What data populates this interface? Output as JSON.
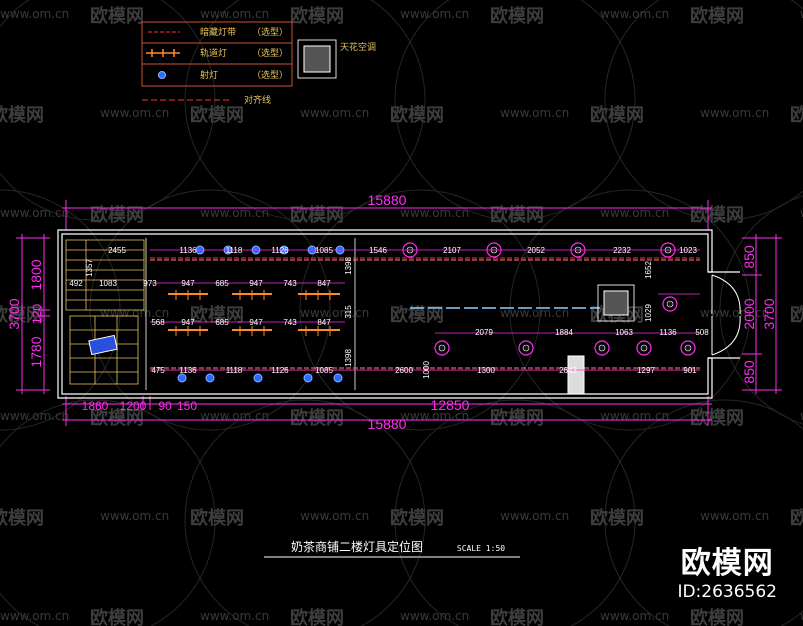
{
  "legend": {
    "items": [
      {
        "label": "暗藏灯带",
        "note": "（选型）"
      },
      {
        "label": "轨道灯",
        "note": "（选型）"
      },
      {
        "label": "射灯",
        "note": "（选型）"
      }
    ],
    "ac_label": "天花空调",
    "align_label": "对齐线"
  },
  "title": {
    "main": "奶茶商铺二楼灯具定位图",
    "scale": "SCALE 1:50"
  },
  "dims": {
    "total_top": "15880",
    "total_bottom": "15880",
    "left_total": "3700",
    "left_upper": "1800",
    "left_mid": "120",
    "left_lower": "1780",
    "right_total": "3700",
    "right_upper": "850",
    "right_mid": "2000",
    "right_lower": "850",
    "bottom_a": "1860",
    "bottom_b": "1200",
    "bottom_c": "90",
    "bottom_d": "150",
    "bottom_e": "12850",
    "row_top": [
      "2455",
      "1136",
      "1118",
      "1126",
      "1085",
      "1546",
      "2107",
      "2052",
      "2232",
      "1023"
    ],
    "row_mid1": [
      "492",
      "1083",
      "973",
      "947",
      "685",
      "947",
      "743",
      "847"
    ],
    "row_mid2": [
      "568",
      "947",
      "685",
      "947",
      "743",
      "847"
    ],
    "row_track": [
      "2079",
      "1884",
      "1063",
      "1136",
      "508"
    ],
    "row_bottom": [
      "475",
      "1136",
      "1118",
      "1126",
      "1085",
      "2600",
      "1300",
      "2643",
      "1297",
      "901"
    ],
    "vert": [
      "1357",
      "1398",
      "315",
      "1398",
      "1652",
      "1029",
      "1000"
    ]
  },
  "watermark": {
    "url": "www.om.cn",
    "logo": "欧模网"
  },
  "brand": {
    "name": "欧模网",
    "id": "ID:2636562"
  },
  "colors": {
    "background": "#000000",
    "dimension": "#ff2cf0",
    "wall": "#ffffff",
    "light_strip": "#ff3030",
    "track": "#ff8a2a",
    "spot": "#2a6cff",
    "legend_text": "#e8c25a"
  }
}
